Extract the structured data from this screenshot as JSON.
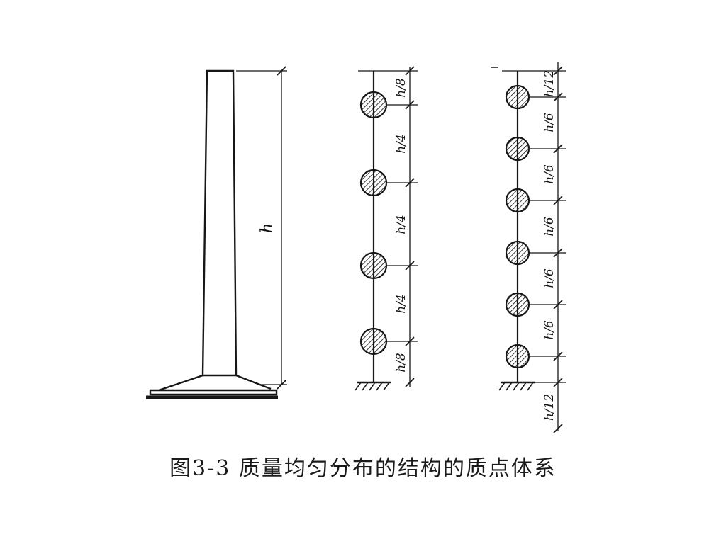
{
  "figure": {
    "caption": "图3-3  质量均匀分布的结构的质点体系"
  },
  "chimney": {
    "height_label": "h"
  },
  "model4": {
    "segments": [
      "h/8",
      "h/4",
      "h/4",
      "h/4",
      "h/8"
    ]
  },
  "model6": {
    "segments": [
      "h/12",
      "h/6",
      "h/6",
      "h/6",
      "h/6",
      "h/6",
      "h/12"
    ]
  }
}
